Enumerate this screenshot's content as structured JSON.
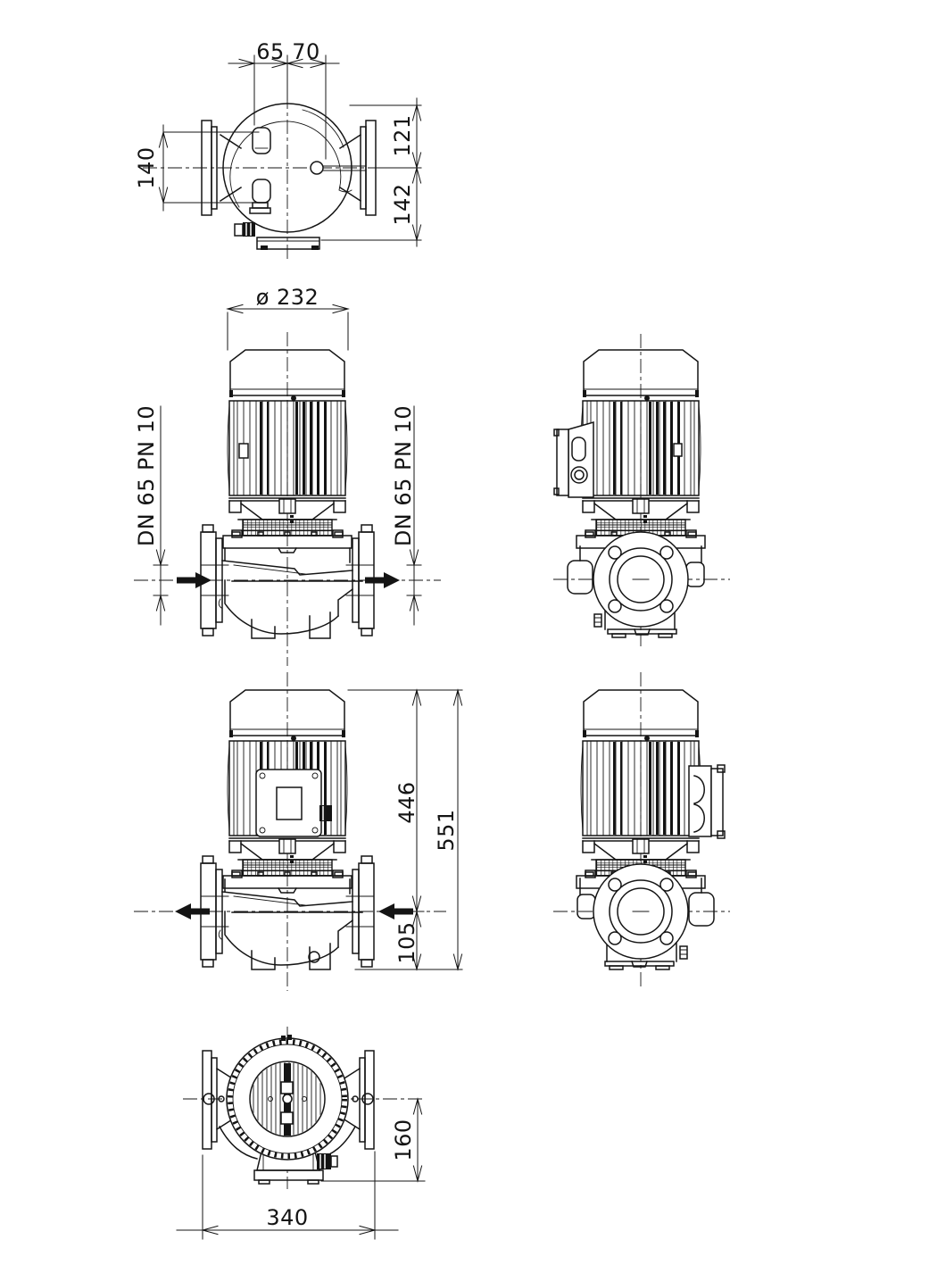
{
  "drawing": {
    "background": "#ffffff",
    "line_color": "#151515",
    "flow_arrow_color": "#141414",
    "views": {
      "top": {
        "dim_65": "65",
        "dim_70": "70",
        "dim_140": "140",
        "dim_121": "121",
        "dim_142": "142"
      },
      "front": {
        "dim_diameter": "ø 232",
        "dim_dn_left": "DN 65 PN 10",
        "dim_dn_right": "DN 65 PN 10"
      },
      "rear": {
        "dim_446": "446",
        "dim_551": "551",
        "dim_105": "105"
      },
      "plan": {
        "dim_160": "160",
        "dim_340": "340"
      }
    }
  }
}
